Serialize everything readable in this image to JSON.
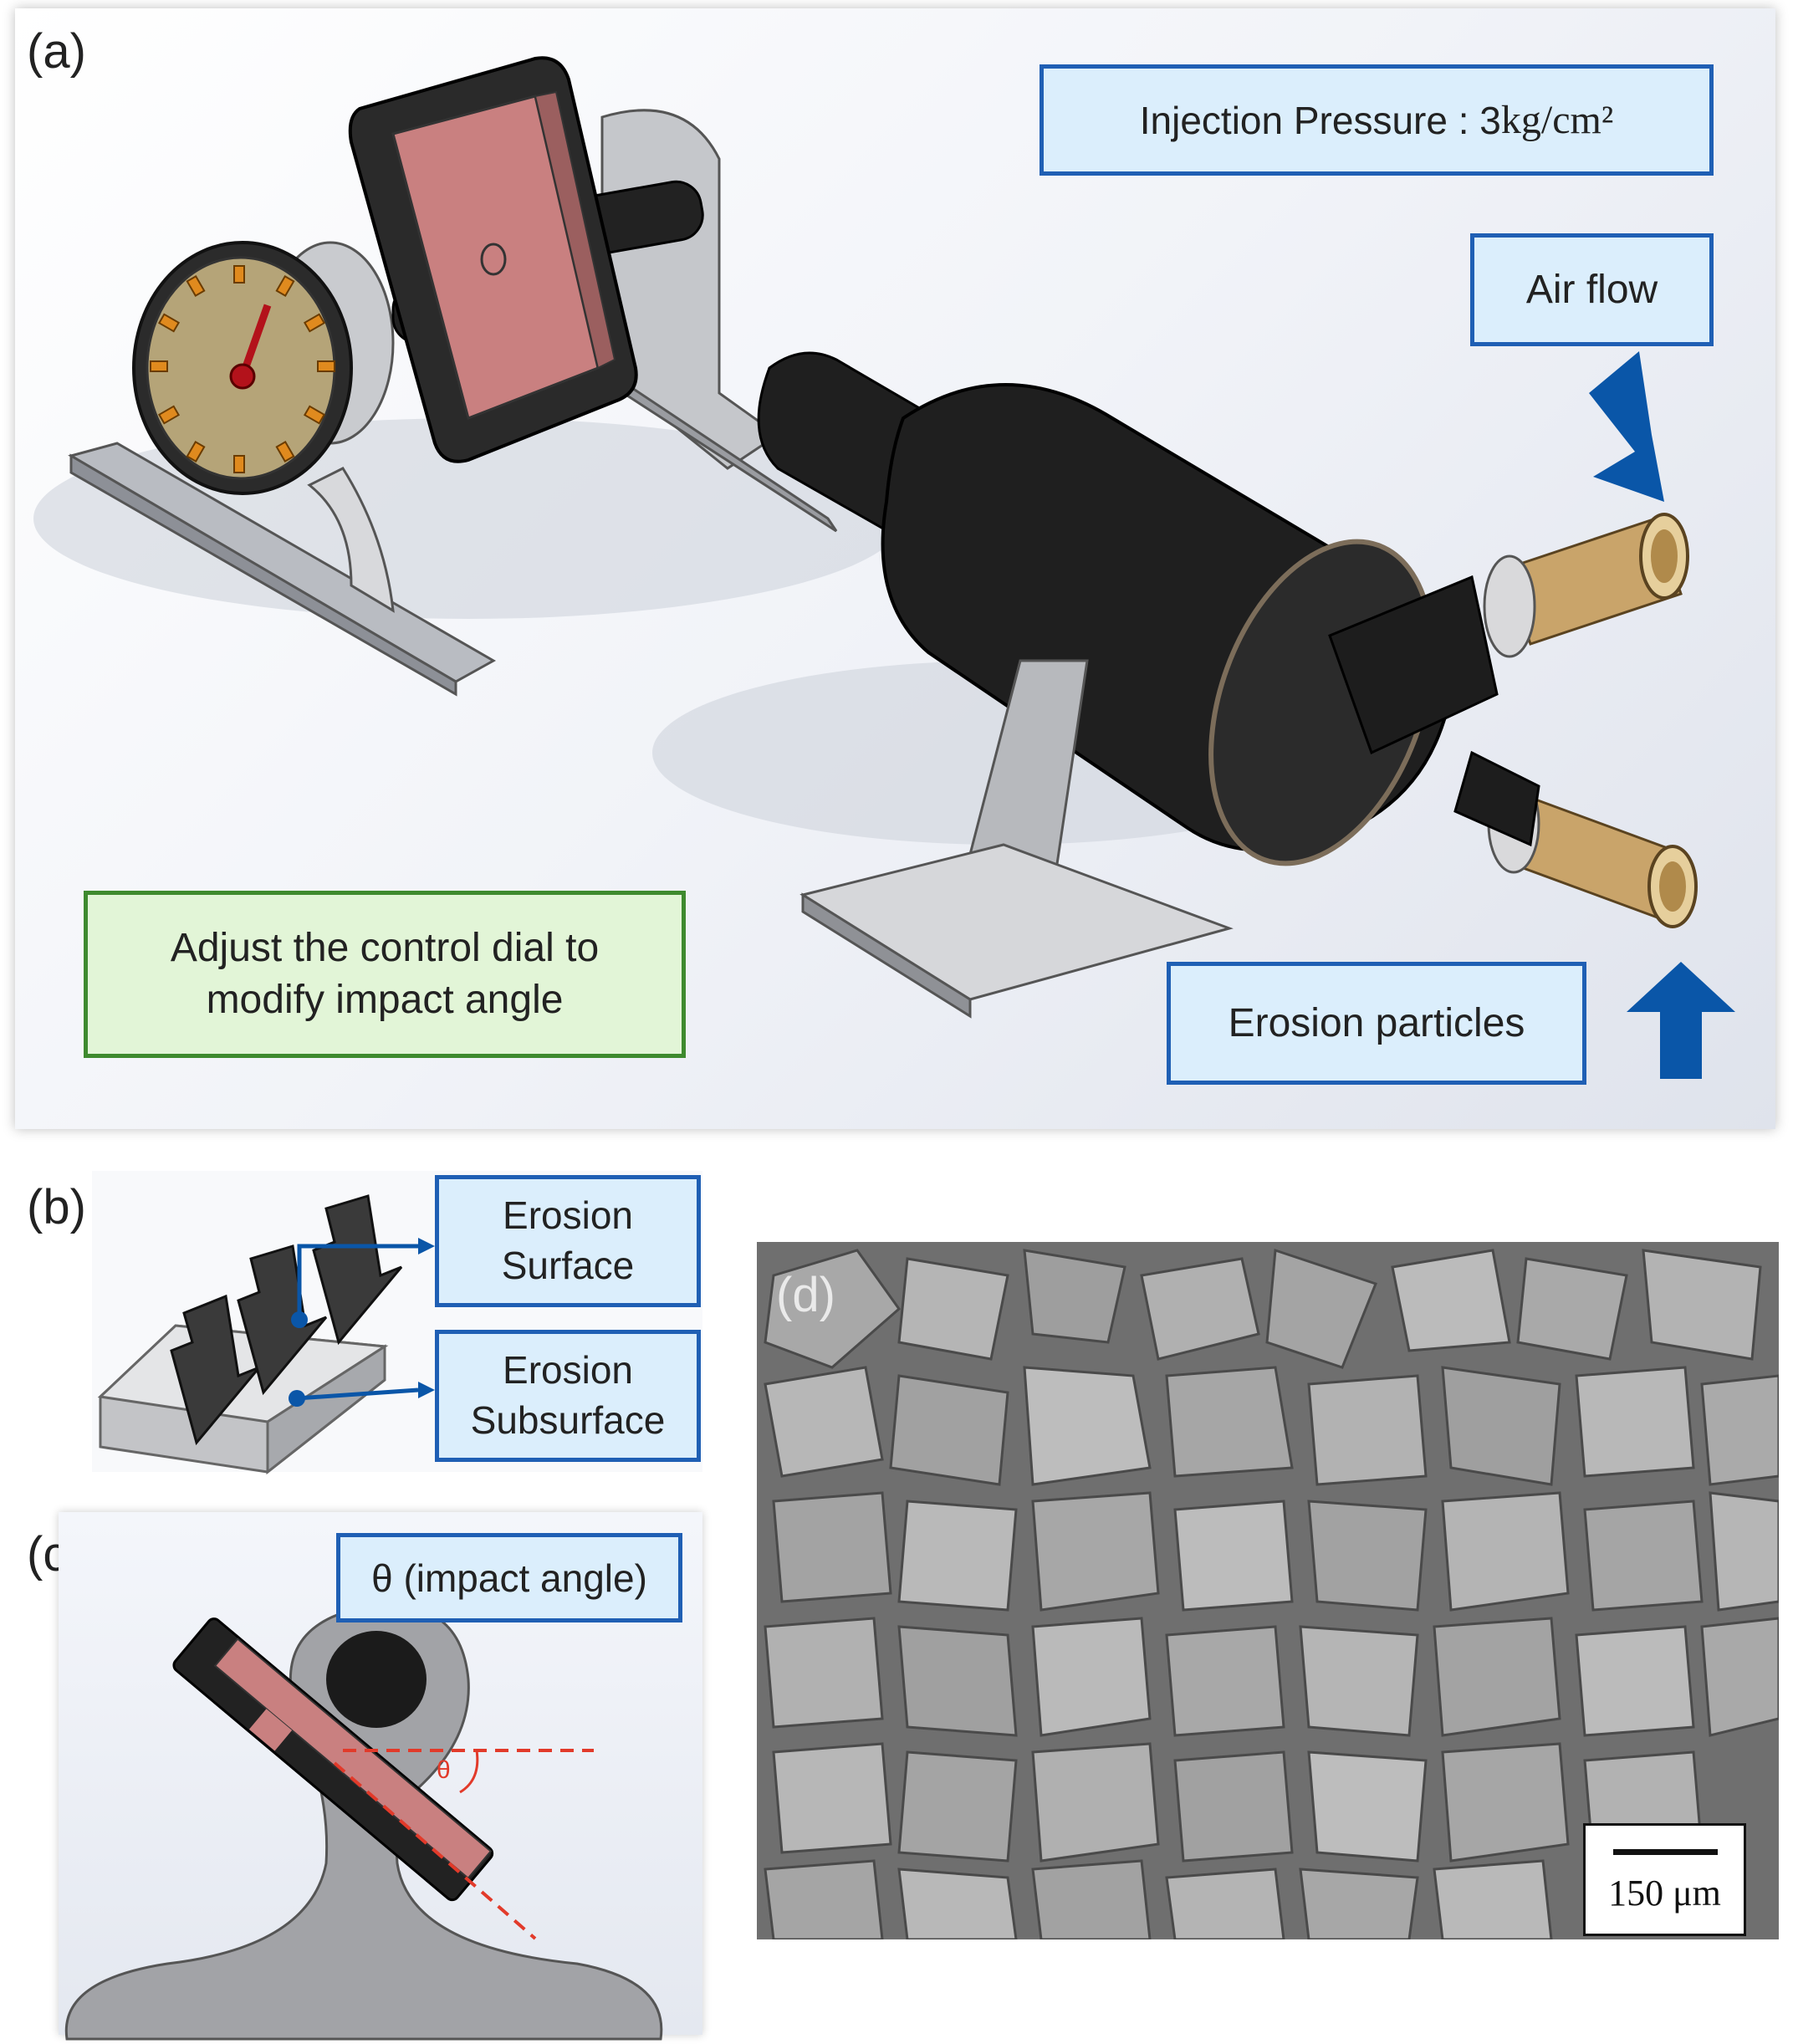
{
  "panel_a": {
    "label": "(a)",
    "pressure_text": "Injection Pressure : 3 ",
    "pressure_unit": "kg/cm²",
    "air_flow": "Air flow",
    "erosion_particles": "Erosion particles",
    "dial_note_line1": "Adjust the control dial to",
    "dial_note_line2": "modify impact angle"
  },
  "panel_b": {
    "label": "(b)",
    "surface_line1": "Erosion",
    "surface_line2": "Surface",
    "subsurface_line1": "Erosion",
    "subsurface_line2": "Subsurface"
  },
  "panel_c": {
    "label": "(c)",
    "impact_angle": "θ (impact angle)",
    "theta_symbol": "θ"
  },
  "panel_d": {
    "label": "(d)",
    "scale_bar": "150 μm"
  },
  "colors": {
    "callout_fill": "#dbeefc",
    "callout_border": "#1f5fb4",
    "note_fill": "#e2f5d7",
    "note_border": "#3e8a2e",
    "arrow_blue": "#0a56a8",
    "specimen_pink": "#c98080",
    "brass": "#c9a46a"
  }
}
